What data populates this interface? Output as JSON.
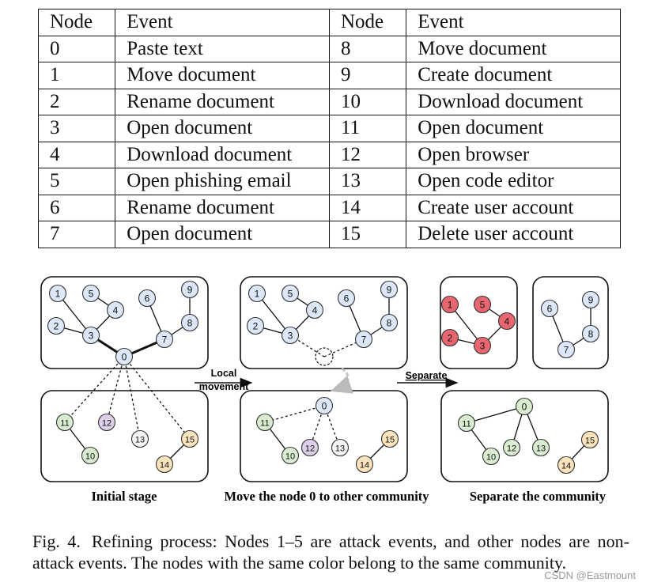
{
  "table": {
    "headers": {
      "node": "Node",
      "event": "Event"
    },
    "rows": [
      {
        "node": "0",
        "event": "Paste text",
        "node2": "8",
        "event2": "Move document"
      },
      {
        "node": "1",
        "event": "Move document",
        "node2": "9",
        "event2": "Create document"
      },
      {
        "node": "2",
        "event": "Rename document",
        "node2": "10",
        "event2": "Download document"
      },
      {
        "node": "3",
        "event": "Open document",
        "node2": "11",
        "event2": "Open document"
      },
      {
        "node": "4",
        "event": "Download document",
        "node2": "12",
        "event2": "Open browser"
      },
      {
        "node": "5",
        "event": "Open phishing email",
        "node2": "13",
        "event2": "Open code editor"
      },
      {
        "node": "6",
        "event": "Rename document",
        "node2": "14",
        "event2": "Create user account"
      },
      {
        "node": "7",
        "event": "Open document",
        "node2": "15",
        "event2": "Delete user account"
      }
    ]
  },
  "figure": {
    "stage_labels": [
      "Initial stage",
      "Move the node 0 to other community",
      "Separate the community"
    ],
    "arrow1_label_line1": "Local",
    "arrow1_label_line2": "movement",
    "arrow2_label": "Separate",
    "colors": {
      "blue": "#dce8fa",
      "red": "#e8666f",
      "green": "#d8ecd0",
      "purple": "#dcd0e8",
      "white": "#f4f4f4",
      "orange": "#fce3bc",
      "arrow_label": "#8b1c1c"
    }
  },
  "caption": {
    "label": "Fig. 4.",
    "text": "Refining process: Nodes 1–5 are attack events, and other nodes are non-attack events. The nodes with the same color belong to the same community."
  },
  "watermark": "CSDN @Eastmount"
}
